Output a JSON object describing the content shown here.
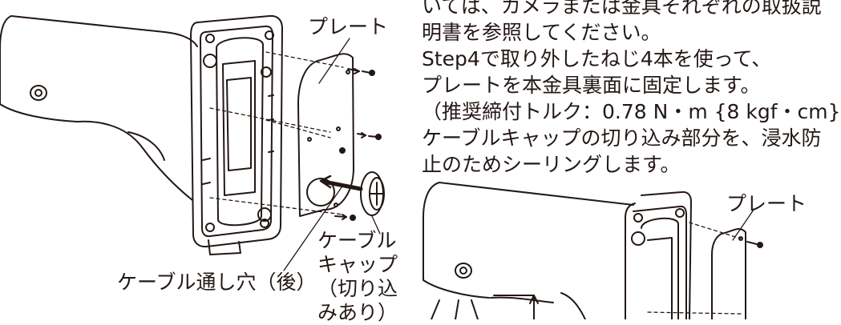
{
  "body_text": [
    "いては、カメラまたは金具それぞれの取扱説",
    "明書を参照してください。",
    "Step4で取り外したねじ4本を使って、",
    "プレートを本金具裏面に固定します。",
    "（推奨締付トルク：0.78 N・m {8 kgf・cm}）",
    "ケーブルキャップの切り込み部分を、浸水防",
    "止のためシーリングします。"
  ],
  "figure1": {
    "plate_label": "プレート",
    "cable_hole_label": "ケーブル通し穴（後）",
    "cable_cap_label": [
      "ケーブル",
      "キャップ",
      "（切り込",
      "みあり）"
    ]
  },
  "figure2": {
    "plate_label": "プレート"
  }
}
